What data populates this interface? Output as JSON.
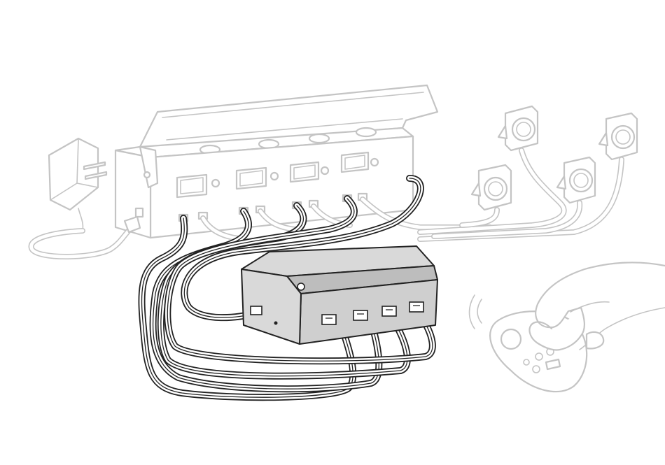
{
  "scene": {
    "components": [
      {
        "id": "power-adapter",
        "count": 1
      },
      {
        "id": "light-bar-housing",
        "count": 1
      },
      {
        "id": "speaker-modules",
        "count": 4
      },
      {
        "id": "distribution-hub",
        "count": 1,
        "output_ports": 4
      },
      {
        "id": "wireless-remote",
        "count": 1
      }
    ]
  },
  "colors": {
    "line_dark": "#222222",
    "line_light": "#c4c4c4",
    "hub_fill": "#d9d9d9",
    "background": "#ffffff"
  }
}
